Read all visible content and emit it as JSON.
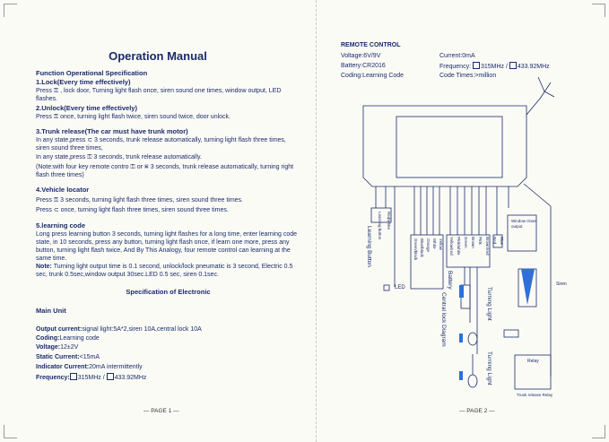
{
  "manual": {
    "title": "Operation Manual",
    "func_heading": "Function Operational Specification",
    "lock_heading": "1.Lock(Every time effectively)",
    "lock_text": "Press ⚿ , lock door, Turning light flash once, siren sound one times, window output, LED flashes.",
    "unlock_heading": "2.Unlock(Every time effectively)",
    "unlock_text": "Press ⚿ once, turning light flash twice, siren sound twice, door unlock.",
    "trunk_heading": "3.Trunk release(The car must have trunk motor)",
    "trunk_text1": "In any state,press ⊂ 3 seconds, trunk release automatically, turning light flash three times, siren sound three times,",
    "trunk_text2": "In any state,press ⚿ 3 seconds, trunk release automatically.",
    "trunk_note": "(Note:with four key remote contro ⚿ or ⌘ 3 seconds, trunk release automatically, turning right flash three times)",
    "locator_heading": "4.Vehicle locator",
    "locator_text1": "Press ⚿ 3 seconds, turning light flash three times, siren sound three times.",
    "locator_text2": "Press ⊂ once, turning light flash three times, siren sound three times.",
    "learning_heading": "5.learning code",
    "learning_text": "Long press learning button 3 seconds, turning light flashes for a long time, enter learning code state, in 10 seconds, press any button, turning light flash once, if learn one more, press any button, turning light flash twice, And By This Analogy, four remote control can learning at the same time.",
    "note_label": "Note:",
    "note_text": " Turning light output time is 0.1 second, unlock/lock pneumatic is 3 second, Electric 0.5 sec, trunk 0.5sec,window output 30sec.LED 0.5 sec, siren 0.1sec.",
    "spec_heading": "Specification of Electronic",
    "main_unit": "Main Unit",
    "specs": [
      {
        "label": "Output current:",
        "value": "signal light:5A*2,siren 10A,central lock 10A"
      },
      {
        "label": "Coding:",
        "value": "Learning code"
      },
      {
        "label": "Voltage:",
        "value": "12±2V"
      },
      {
        "label": "Static Current:",
        "value": "<15mA"
      },
      {
        "label": "Indicator Current:",
        "value": "20mA intermittently"
      }
    ],
    "freq_label": "Frequency:",
    "freq_a": "315MHz / ",
    "freq_b": "433.92MHz",
    "page1": "— PAGE 1 —"
  },
  "remote": {
    "heading": "REMOTE CONTROL",
    "voltage": "Voltage:6V/9V",
    "battery": "Battery:CR2016",
    "coding": "Coding:Learning Code",
    "current": "Current:0mA",
    "freq_prefix": "Frequency: ",
    "freq_a": "315MHz / ",
    "freq_b": "433.92MHz",
    "code_times": "Code Times:>million"
  },
  "diagram": {
    "learning_button": "Learning Button",
    "led": "LED",
    "battery": "Battery",
    "central_lock": "Central lock Diagram",
    "turning_light_1": "Turning Light",
    "turning_light_2": "Turning Light",
    "siren": "Siren",
    "relay": "Relay",
    "window": "Window close output",
    "trunk": "Trunk release Relay",
    "wires_left": [
      "Learning button",
      "Red/white"
    ],
    "wires_mid": [
      "Green/black",
      "Blue/black",
      "Orange",
      "White",
      "Yellow"
    ],
    "wires_right": [
      "Yellow/red",
      "Pink/white",
      "Green",
      "Brown",
      "Pink",
      "Brown/red",
      "Red",
      "Blue"
    ],
    "page2": "— PAGE 2 —"
  }
}
